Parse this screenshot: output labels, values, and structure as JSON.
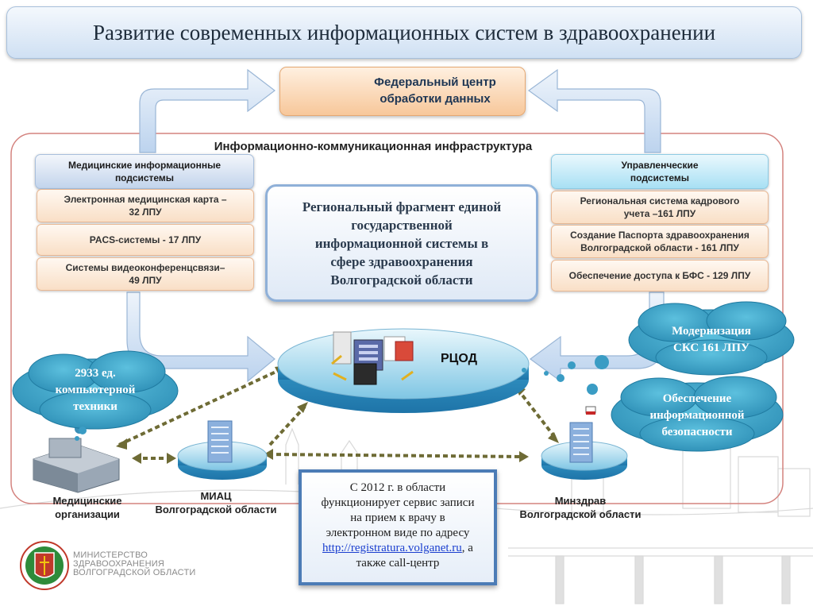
{
  "title": "Развитие современных информационных систем в здравоохранении",
  "federal_center": {
    "line1": "Федеральный центр",
    "line2": "обработки данных"
  },
  "infrastructure_label": "Информационно-коммуникационная инфраструктура",
  "left_panel": {
    "header": {
      "line1": "Медицинские информационные",
      "line2": "подсистемы"
    },
    "items": [
      {
        "line1": "Электронная медицинская карта –",
        "line2": "32 ЛПУ"
      },
      {
        "line1": "PACS-системы - 17 ЛПУ",
        "line2": ""
      },
      {
        "line1": "Системы видеоконференцсвязи–",
        "line2": "49 ЛПУ"
      }
    ]
  },
  "right_panel": {
    "header": {
      "line1": "Управленческие",
      "line2": "подсистемы"
    },
    "items": [
      {
        "line1": "Региональная система кадрового",
        "line2": "учета –161 ЛПУ"
      },
      {
        "line1": "Создание Паспорта здравоохранения",
        "line2": "Волгоградской области - 161 ЛПУ"
      },
      {
        "line1": "Обеспечение доступа к БФС - 129 ЛПУ",
        "line2": ""
      }
    ]
  },
  "center_box": {
    "line1": "Региональный фрагмент единой",
    "line2": "государственной",
    "line3": "информационной системы в",
    "line4": "сфере здравоохранения",
    "line5": "Волгоградской области"
  },
  "rcod_label": "РЦОД",
  "clouds": {
    "computers": {
      "line1": "2933 ед.",
      "line2": "компьютерной",
      "line3": "техники"
    },
    "modernization": {
      "line1": "Модернизация",
      "line2": "СКС 161 ЛПУ"
    },
    "security": {
      "line1": "Обеспечение",
      "line2": "информационной",
      "line3": "безопасности"
    }
  },
  "nodes": {
    "medical": {
      "line1": "Медицинские",
      "line2": "организации"
    },
    "miac": {
      "line1": "МИАЦ",
      "line2": "Волгоградской области"
    },
    "minzdrav": {
      "line1": "Минздрав",
      "line2": "Волгоградской области"
    }
  },
  "info_box": {
    "line1": "С 2012 г. в области",
    "line2": "функционирует сервис записи",
    "line3": "на прием к врачу в",
    "line4": "электронном виде по адресу",
    "link": "http://registratura.volganet.ru",
    "link_suffix": ", а",
    "line6": "также call-центр"
  },
  "ministry": {
    "line1": "МИНИСТЕРСТВО",
    "line2": "ЗДРАВООХРАНЕНИЯ",
    "line3": "ВОЛГОГРАДСКОЙ ОБЛАСТИ"
  },
  "colors": {
    "accent_blue": "#4c7cb6",
    "cloud": "#3fa3c6",
    "item_fill": "#f9dfc6",
    "arrow": "#c8daf0"
  }
}
